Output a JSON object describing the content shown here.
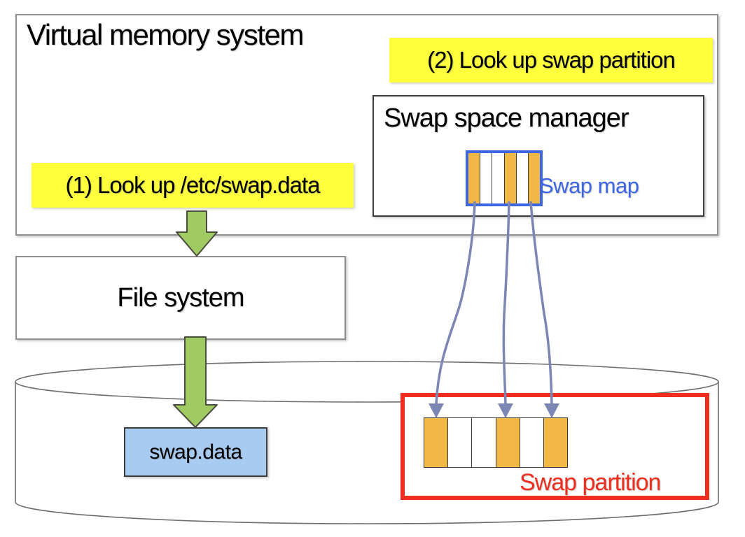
{
  "colors": {
    "yellow": "#FFFF3D",
    "orange": "#F2B845",
    "blue": "#3D66E3",
    "red": "#EE2E1F",
    "green_fill": "#A0CB63",
    "green_stroke": "#4B4B3F",
    "slate": "#7B86B4",
    "light_blue": "#A8CBF2",
    "gray_border": "#8F8F8F",
    "dark_border": "#3C3C3C",
    "cylinder": "#6E6E6E"
  },
  "vm": {
    "title": "Virtual memory system",
    "step1_label": "(1) Look up /etc/swap.data",
    "step2_label": "(2) Look up swap partition"
  },
  "swap_manager": {
    "title": "Swap space manager",
    "map_label": "Swap map",
    "map_cells": [
      "used",
      "free",
      "free",
      "used",
      "free",
      "used"
    ]
  },
  "file_system": {
    "title": "File system"
  },
  "disk": {
    "file_box_label": "swap.data",
    "partition_label": "Swap partition",
    "partition_cells": [
      "used",
      "free",
      "free",
      "used",
      "free",
      "used"
    ]
  }
}
